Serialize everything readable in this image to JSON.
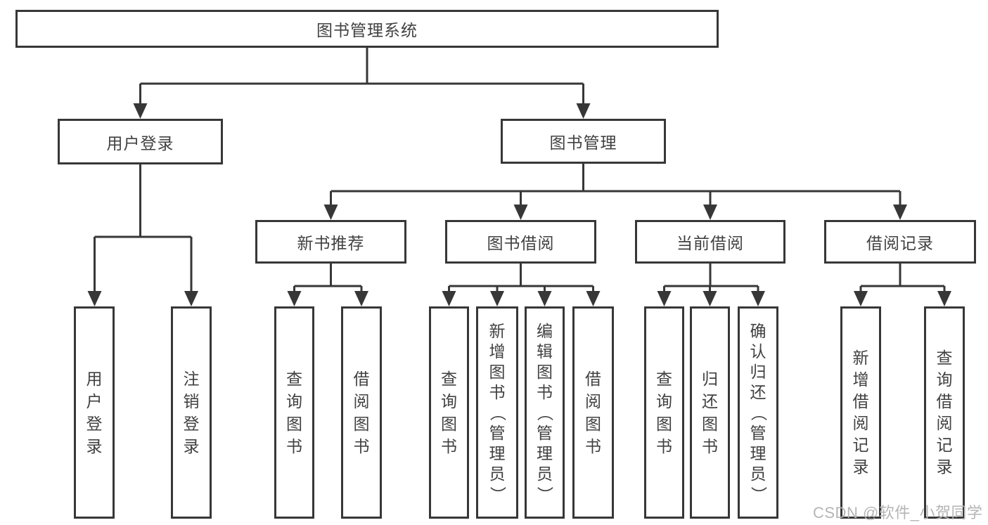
{
  "tree": {
    "label": "图书管理系统",
    "children": [
      {
        "label": "用户登录",
        "children": [
          {
            "label": "用户登录"
          },
          {
            "label": "注销登录"
          }
        ]
      },
      {
        "label": "图书管理",
        "children": [
          {
            "label": "新书推荐",
            "children": [
              {
                "label": "查询图书"
              },
              {
                "label": "借阅图书"
              }
            ]
          },
          {
            "label": "图书借阅",
            "children": [
              {
                "label": "查询图书"
              },
              {
                "label": "新增图书（管理员）"
              },
              {
                "label": "编辑图书（管理员）"
              },
              {
                "label": "借阅图书"
              }
            ]
          },
          {
            "label": "当前借阅",
            "children": [
              {
                "label": "查询图书"
              },
              {
                "label": "归还图书"
              },
              {
                "label": "确认归还（管理员）"
              }
            ]
          },
          {
            "label": "借阅记录",
            "children": [
              {
                "label": "新增借阅记录"
              },
              {
                "label": "查询借阅记录"
              }
            ]
          }
        ]
      }
    ]
  },
  "watermark": "CSDN @软件_小贺同学",
  "colors": {
    "line": "#373737",
    "text": "#414141",
    "background": "#ffffff",
    "watermark": "#b5b5b5"
  }
}
